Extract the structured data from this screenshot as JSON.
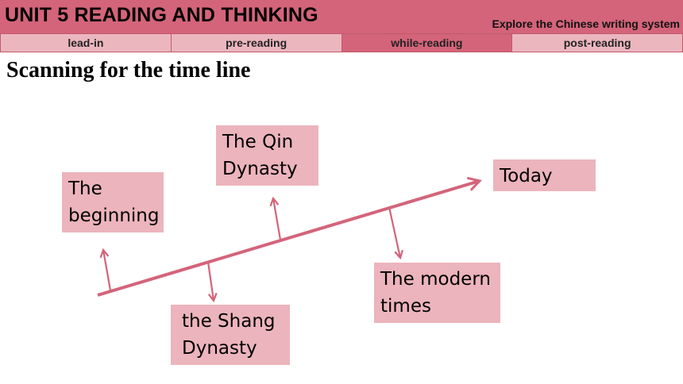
{
  "header": {
    "title": "UNIT 5 READING AND THINKING",
    "subtitle": "Explore the Chinese writing system"
  },
  "tabs": [
    {
      "label": "lead-in"
    },
    {
      "label": "pre-reading"
    },
    {
      "label": "while-reading",
      "active": true
    },
    {
      "label": "post-reading"
    }
  ],
  "main": {
    "title": "Scanning for the time line"
  },
  "timeline": {
    "labels": {
      "beginning": "The beginning",
      "shang": "the Shang Dynasty",
      "qin": "The Qin Dynasty",
      "modern": "The modern times",
      "today": "Today"
    }
  },
  "colors": {
    "header": "#d4647a",
    "tab": "#ecb6bf",
    "tab_active": "#d4647a",
    "box": "#ecb4bc",
    "line": "#d4647a"
  }
}
